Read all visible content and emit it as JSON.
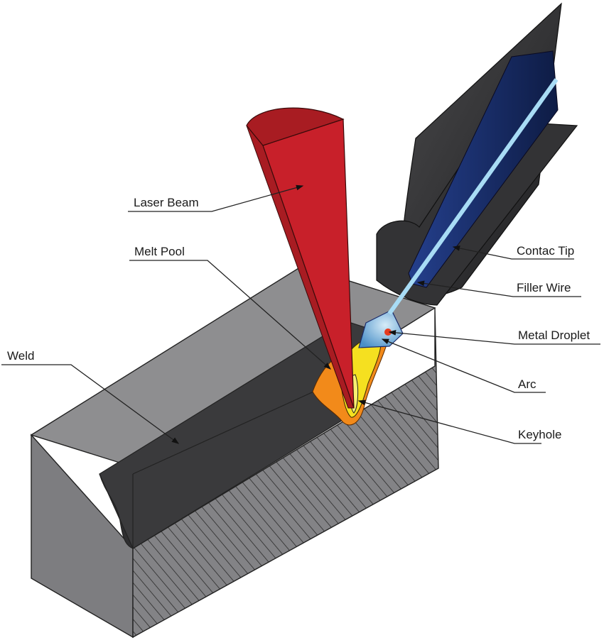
{
  "figure": {
    "title": "Laser-arc hybrid welding schematic",
    "colors": {
      "block_top": "#8e8e90",
      "block_front": "#7d7d80",
      "block_side_hatch": "#838386",
      "weld": "#3a3a3c",
      "laser": "#c8202a",
      "laser_top": "#a81c22",
      "melt_outer": "#f28a1a",
      "melt_inner": "#f5e020",
      "arc": "#5fa3d6",
      "droplet": "#e63a1e",
      "torch": "#3b3b3d",
      "contact_tip": "#14285e",
      "filler_wire": "#a8dcf5"
    }
  },
  "labels": {
    "laser_beam": "Laser Beam",
    "melt_pool": "Melt Pool",
    "weld": "Weld",
    "contact_tip": "Contac Tip",
    "filler_wire": "Filler Wire",
    "metal_droplet": "Metal Droplet",
    "arc": "Arc",
    "keyhole": "Keyhole"
  }
}
